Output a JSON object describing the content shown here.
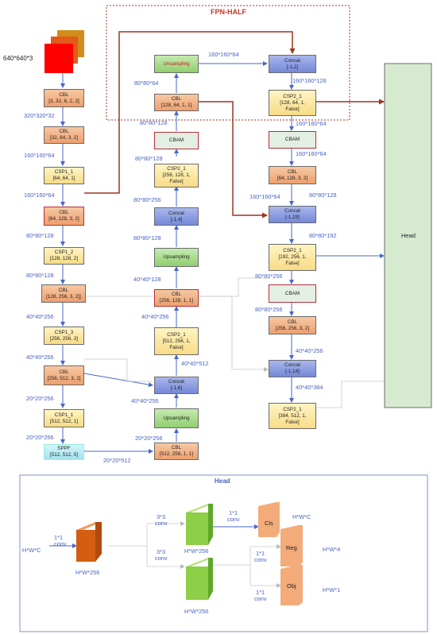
{
  "fpn_title": "FPN-HALF",
  "input_label": "640*640*3",
  "head_big": "Head",
  "head_panel_title": "Head",
  "backbone": [
    {
      "l1": "CBL",
      "l2": "[3, 32, 6, 2, 2]"
    },
    {
      "l1": "CBL",
      "l2": "[32, 64, 3, 2]"
    },
    {
      "l1": "CSP1_1",
      "l2": "[64, 64, 1]"
    },
    {
      "l1": "CBL",
      "l2": "[64, 128, 3, 2]"
    },
    {
      "l1": "CSP1_2",
      "l2": "[128, 128, 2]"
    },
    {
      "l1": "CBL",
      "l2": "[128, 256, 3, 2]]"
    },
    {
      "l1": "CSP1_3",
      "l2": "[256, 256, 3]"
    },
    {
      "l1": "CBL",
      "l2": "[256, 512, 3, 2]"
    },
    {
      "l1": "CSP1_1",
      "l2": "[512, 512, 1]"
    },
    {
      "l1": "SPPF",
      "l2": "[512, 512, 5]"
    }
  ],
  "neck": [
    {
      "l1": "Unsampling",
      "l2": ""
    },
    {
      "l1": "CBL",
      "l2": "[128, 64, 1, 1]"
    },
    {
      "l1": "CBAM",
      "l2": ""
    },
    {
      "l1": "CSP2_1",
      "l2": "[256, 128, 1,",
      "l3": "False]"
    },
    {
      "l1": "Concat",
      "l2": "[-1,4]"
    },
    {
      "l1": "Upsampling",
      "l2": ""
    },
    {
      "l1": "CBL",
      "l2": "[256, 128, 1, 1]"
    },
    {
      "l1": "CSP2_1",
      "l2": "[512, 256, 1,",
      "l3": "False]"
    },
    {
      "l1": "Concat",
      "l2": "[-1,6]"
    },
    {
      "l1": "Upsampling",
      "l2": ""
    },
    {
      "l1": "CBL",
      "l2": "[512, 256, 1, 1]"
    }
  ],
  "pan": [
    {
      "l1": "Concat",
      "l2": "[-1,2]"
    },
    {
      "l1": "CSP2_1",
      "l2": "[128, 64, 1,",
      "l3": "False]"
    },
    {
      "l1": "CBAM",
      "l2": ""
    },
    {
      "l1": "CBL",
      "l2": "[64, 128, 3, 2]"
    },
    {
      "l1": "Concat",
      "l2": "[-1,19]"
    },
    {
      "l1": "CSP2_1",
      "l2": "[192, 256, 1,",
      "l3": "False]"
    },
    {
      "l1": "CBAM",
      "l2": ""
    },
    {
      "l1": "CBL",
      "l2": "[256, 256, 3, 2]"
    },
    {
      "l1": "Concat",
      "l2": "[-1,14]"
    },
    {
      "l1": "CSP2_1",
      "l2": "[384, 512, 1,",
      "l3": "False]"
    }
  ],
  "dims": {
    "d320_32": "320*320*32",
    "d160_64_a": "160*160*64",
    "d160_64_b": "160*160*64",
    "d80_128_a": "80*80*128",
    "d80_128_b": "80*80*128",
    "d40_256_a": "40*40*256",
    "d40_256_b": "40*40*256",
    "d20_256_a": "20*20*256",
    "d20_256_b": "20*20*256",
    "d20_512": "20*20*512",
    "d20_256_c": "20*20*256",
    "d40_256_c": "40*40*256",
    "d40_512": "40*40*512",
    "d40_256_d": "40*40*256",
    "d40_128": "40*40*128",
    "d80_256_a": "80*80*256",
    "d80_128_c": "80*80*128",
    "d80_128_d": "80*80*128",
    "d80_64": "80*80*64",
    "d160_64_top": "160*160*64",
    "d160_128": "160*160*128",
    "d160_64_c": "160*160*64",
    "d160_64_d": "160*160*64",
    "d160_64_e": "160*160*64",
    "d80_128_e": "80*80*128",
    "d80_192": "80*80*192",
    "d80_256_b": "80*80*256",
    "d80_256_c": "80*80*256",
    "d40_256_e": "40*40*256",
    "d40_384": "40*40*384"
  },
  "head_detail": {
    "in_label": "H*W*C",
    "conv1": "1*1",
    "conv1b": "conv",
    "feat1": "H*W*256",
    "conv3a": "3*3",
    "conv3a_b": "conv",
    "conv3b": "3*3",
    "conv3b_b": "conv",
    "feat2": "H*W*256",
    "feat3": "H*W*256",
    "conv_cls": "1*1",
    "conv_cls_b": "conv",
    "conv_ro": "1*1",
    "conv_ro_b": "conv",
    "conv_obj": "1*1",
    "conv_obj_b": "conv",
    "cls": "Cls",
    "reg": "Reg",
    "obj": "Obj",
    "out_cls": "H*W*C",
    "out_reg": "H*W*4",
    "out_obj": "H*W*1"
  },
  "colors": {
    "red_arrow": "#a1331f",
    "blue_arrow": "#4a67c9",
    "fpn_border": "#a1331f",
    "head_fill": "#d6ead0"
  }
}
